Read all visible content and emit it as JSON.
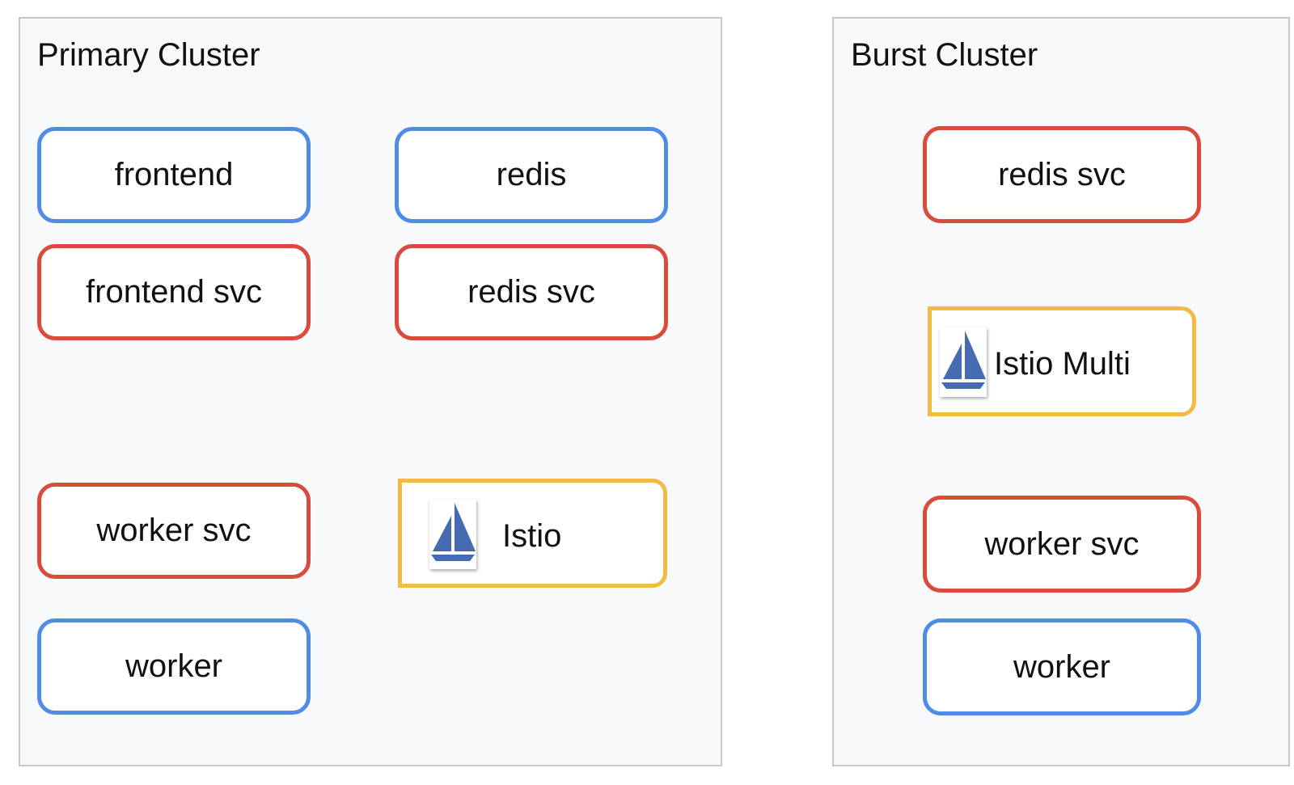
{
  "primary_cluster": {
    "title": "Primary Cluster",
    "nodes": {
      "frontend": "frontend",
      "redis": "redis",
      "frontend_svc": "frontend svc",
      "redis_svc": "redis svc",
      "worker_svc": "worker svc",
      "istio": "Istio",
      "worker": "worker"
    }
  },
  "burst_cluster": {
    "title": "Burst Cluster",
    "nodes": {
      "redis_svc": "redis svc",
      "istio_multi": "Istio Multi",
      "worker_svc": "worker svc",
      "worker": "worker"
    }
  },
  "legend_colors": {
    "workload": "#4f8ce8",
    "service": "#d94c3d",
    "mesh": "#f2bb45"
  },
  "icons": {
    "istio": "istio-sail-icon"
  }
}
